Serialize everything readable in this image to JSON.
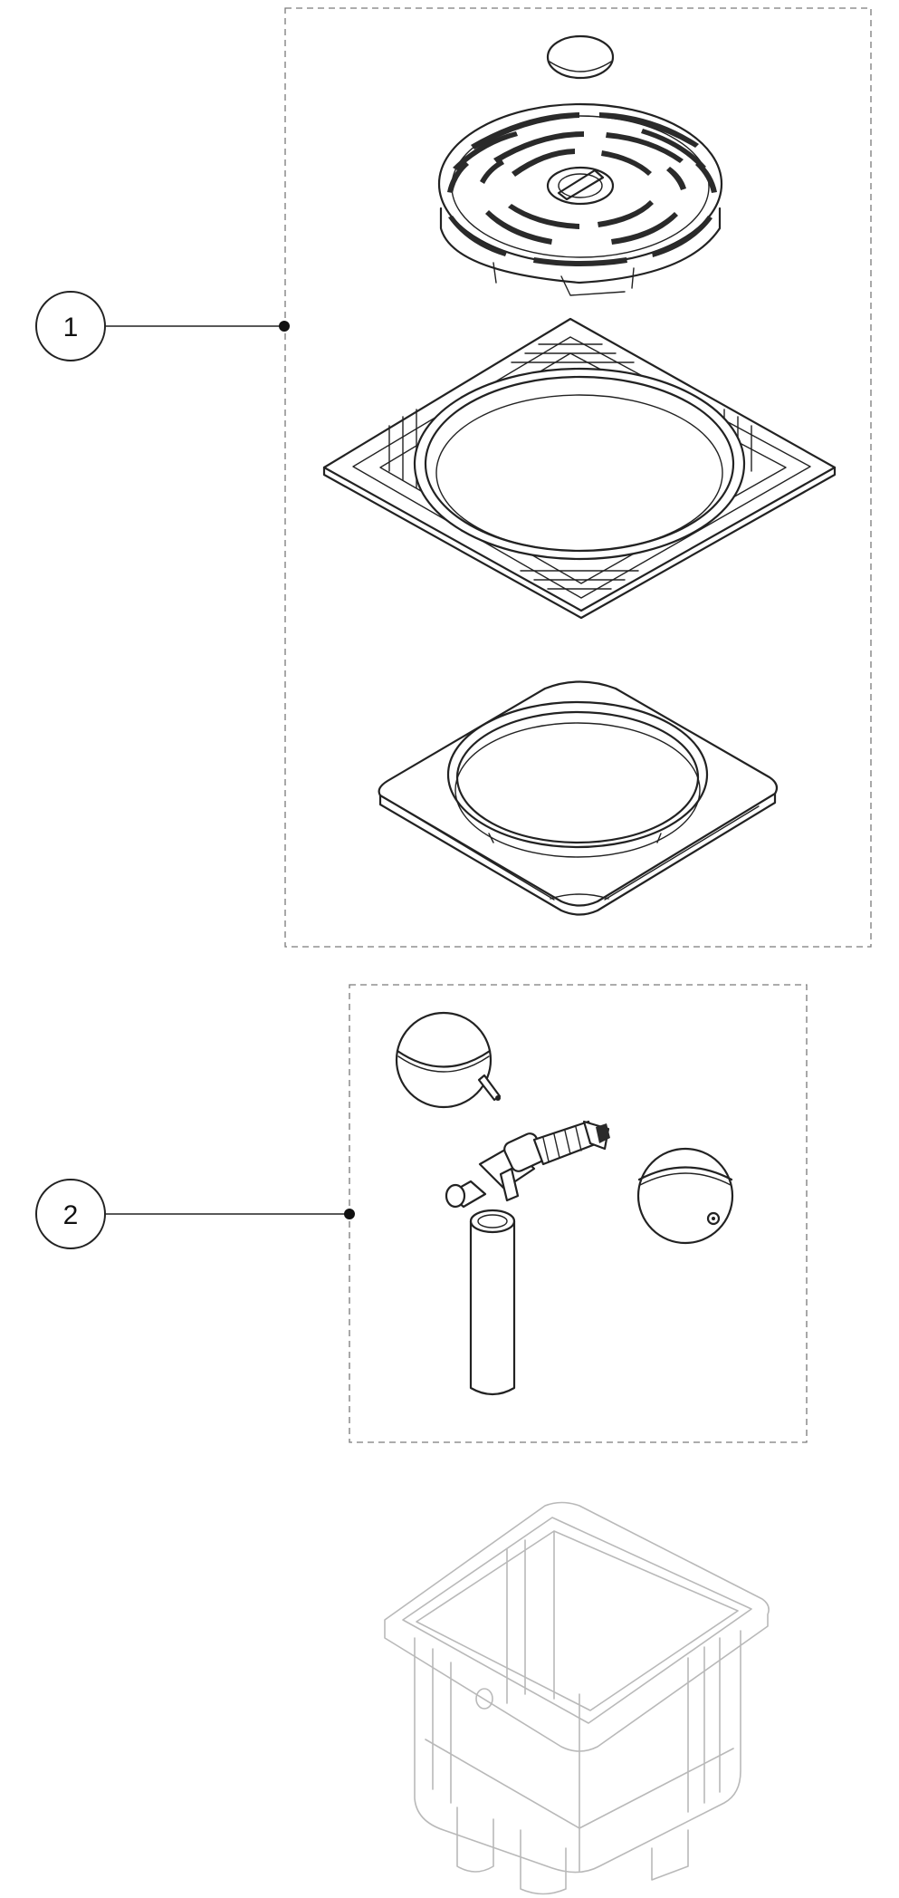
{
  "callouts": [
    {
      "label": "1",
      "target": "group-1"
    },
    {
      "label": "2",
      "target": "group-2"
    }
  ]
}
